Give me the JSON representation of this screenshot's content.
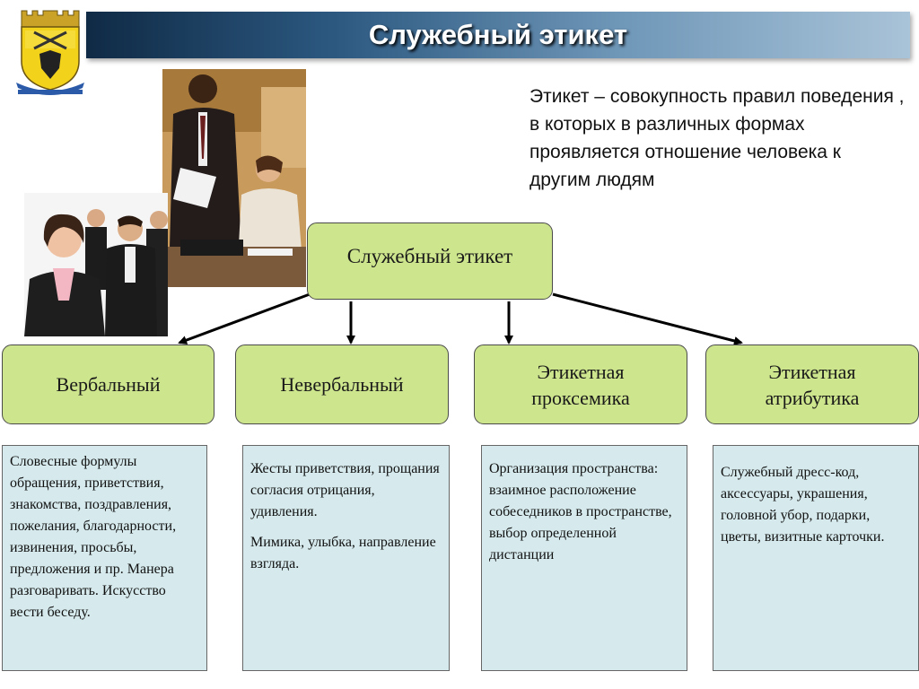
{
  "title": "Служебный этикет",
  "definition": "Этикет – совокупность правил поведения , в которых в различных формах проявляется отношение человека к другим людям",
  "root_node": "Служебный этикет",
  "branches": [
    {
      "label_lines": [
        "Вербальный"
      ],
      "description": [
        "Словесные формулы обращения, приветствия, знакомства, поздравления, пожелания, благодарности, извинения, просьбы, предложения и пр. Манера разговаривать. Искусство вести беседу."
      ]
    },
    {
      "label_lines": [
        "Невербальный"
      ],
      "description": [
        "Жесты приветствия, прощания согласия отрицания, удивления.",
        "Мимика, улыбка, направление взгляда."
      ]
    },
    {
      "label_lines": [
        "Этикетная",
        "проксемика"
      ],
      "description": [
        "Организация пространства: взаимное расположение собеседников в пространстве, выбор определенной дистанции"
      ]
    },
    {
      "label_lines": [
        "Этикетная",
        "атрибутика"
      ],
      "description": [
        "Служебный дресс-код, аксессуары, украшения, головной убор, подарки, цветы, визитные карточки."
      ]
    }
  ],
  "colors": {
    "node_fill": "#cde58c",
    "desc_fill": "#d6eaed",
    "title_bar_dark": "#0f2a45",
    "title_bar_light": "#a9c3d8"
  },
  "icons": {
    "emblem": "city-coat-of-arms-icon",
    "photo_1": "office-meeting-photo",
    "photo_2": "business-team-photo"
  }
}
